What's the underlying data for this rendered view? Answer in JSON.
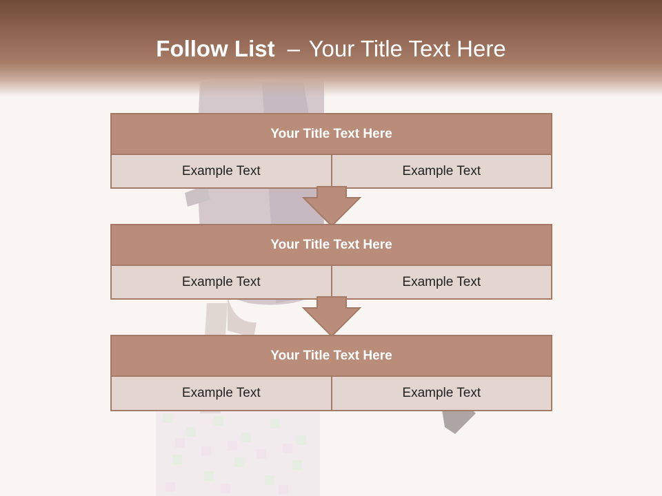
{
  "slide": {
    "title_bold": "Follow List",
    "title_separator": "–",
    "title_rest": "Your Title Text Here"
  },
  "blocks": [
    {
      "title": "Your Title Text Here",
      "cells": [
        "Example Text",
        "Example Text"
      ]
    },
    {
      "title": "Your Title Text Here",
      "cells": [
        "Example Text",
        "Example Text"
      ]
    },
    {
      "title": "Your Title Text Here",
      "cells": [
        "Example Text",
        "Example Text"
      ]
    }
  ],
  "colors": {
    "header_brown": "#704b37",
    "title_fill": "#b98d79",
    "cell_fill": "#e3d5cf",
    "border": "#a47a66",
    "arrow_fill": "#b98d79"
  },
  "icons": {
    "connector": "down-arrow-icon"
  }
}
